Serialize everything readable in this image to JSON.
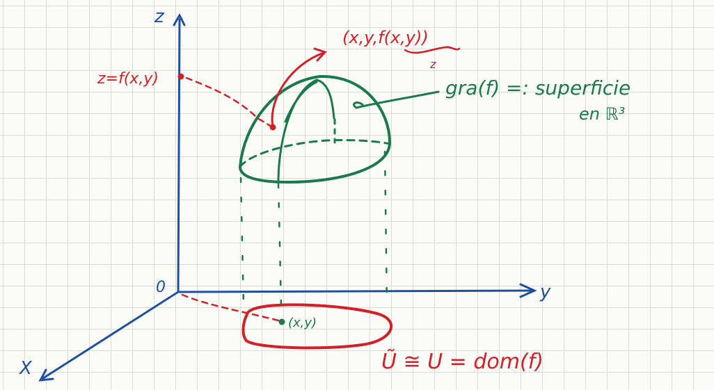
{
  "labels": {
    "z_axis": "z",
    "y_axis": "y",
    "x_axis": "X",
    "origin": "0",
    "z_value": "z=f(x,y)",
    "point_3d": "(x,y,f(x,y))",
    "point_3d_brace": "z",
    "graph_def": "gra(f) =: superficie",
    "graph_def_line2": "en ℝ³",
    "point_2d": "(x,y)",
    "domain_eq": "Ũ ≅ U = dom(f)"
  },
  "colors": {
    "axes": "#1f4fa0",
    "red": "#d41f26",
    "green": "#1a7a4c"
  }
}
